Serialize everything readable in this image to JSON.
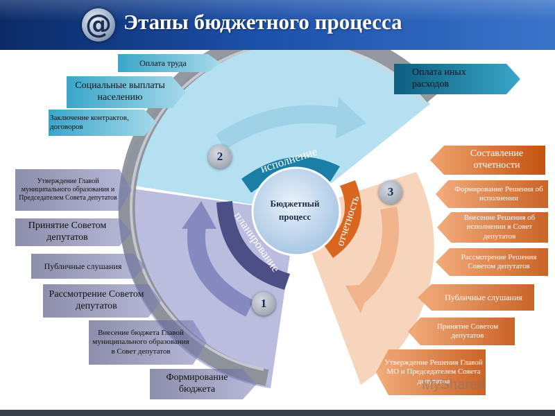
{
  "title": "Этапы бюджетного процесса",
  "logo_symbol": "@",
  "center": {
    "line1": "Бюджетный",
    "line2": "процесс"
  },
  "stages": [
    {
      "number": "1",
      "name": "планирование"
    },
    {
      "number": "2",
      "name": "исполнение"
    },
    {
      "number": "3",
      "name": "отчетность"
    }
  ],
  "execution_items": [
    {
      "text": "Оплата труда"
    },
    {
      "text": "Социальные выплаты населению"
    },
    {
      "text": "Заключение контрактов, договоров"
    },
    {
      "text": "Оплата иных расходов"
    }
  ],
  "planning_items": [
    {
      "text": "Утверждение Главой муниципального образования и Председателем Совета депутатов"
    },
    {
      "text": "Принятие Советом депутатов"
    },
    {
      "text": "Публичные слушания"
    },
    {
      "text": "Рассмотрение Советом депутатов"
    },
    {
      "text": "Внесение бюджета Главой муниципального образования в Совет депутатов"
    },
    {
      "text": "Формирование бюджета"
    }
  ],
  "reporting_items": [
    {
      "text": "Составление отчетности"
    },
    {
      "text": "Формирование Решения об исполнении"
    },
    {
      "text": "Внесение Решения об исполнении в Совет депутатов"
    },
    {
      "text": "Рассмотрение Решения Советом депутатов"
    },
    {
      "text": "Публичные слушания"
    },
    {
      "text": "Принятие Советом депутатов"
    },
    {
      "text": "Утверждение Решения Главой МО и Председателем Совета депутатов"
    }
  ],
  "watermark": "MyShared",
  "colors": {
    "header": "#1c4fa8",
    "execution": "#2f8fb2",
    "planning": "#4b4f86",
    "reporting": "#d8661f",
    "ring": "#8a8d93"
  }
}
